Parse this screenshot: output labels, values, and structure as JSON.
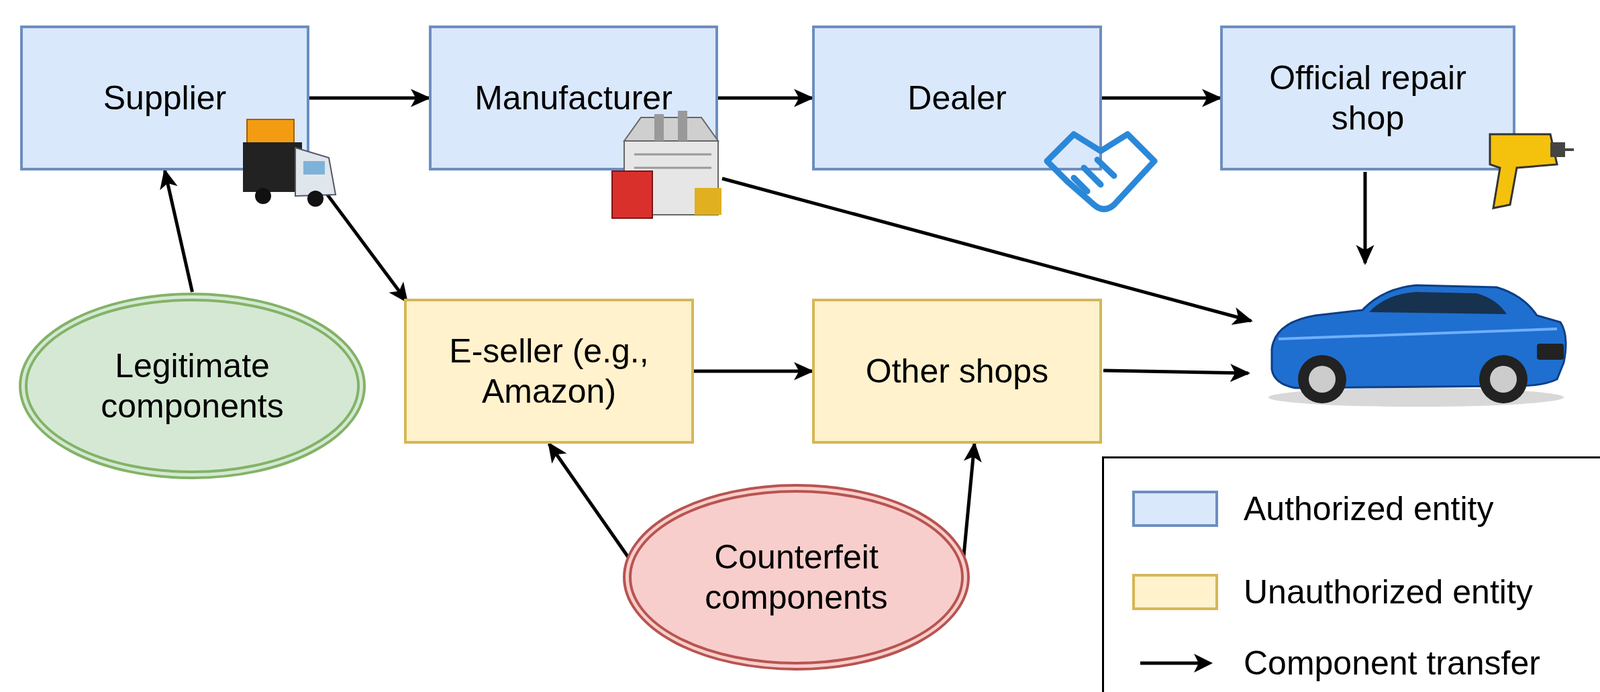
{
  "diagram": {
    "nodes": [
      {
        "text": [
          "Supplier"
        ]
      },
      {
        "text": [
          "Manufacturer"
        ]
      },
      {
        "text": [
          "Dealer"
        ]
      },
      {
        "text": [
          "Official repair shop"
        ]
      },
      {
        "text": [
          "Legitimate components"
        ]
      },
      {
        "text": [
          "E-seller (e.g., Amazon)"
        ]
      },
      {
        "text": [
          "Other shops"
        ]
      },
      {
        "text": [
          "Counterfeit components"
        ]
      }
    ],
    "edges": [
      {
        "from": 0,
        "to": 1,
        "arrow": "to"
      },
      {
        "from": 1,
        "to": 2,
        "arrow": "to"
      },
      {
        "from": 2,
        "to": 3,
        "arrow": "to"
      },
      {
        "from": 4,
        "to": 0,
        "arrow": "to"
      },
      {
        "from": 0,
        "to": 5,
        "arrow": "to"
      },
      {
        "from": 5,
        "to": 6,
        "arrow": "to"
      },
      {
        "from": 7,
        "to": 5,
        "arrow": "to"
      },
      {
        "from": 7,
        "to": 6,
        "arrow": "to"
      }
    ],
    "legend": [
      {
        "text": "Authorized entity",
        "color": "#dae8fc"
      },
      {
        "text": "Unauthorized entity",
        "color": "#fff2cc"
      },
      {
        "text": "Component transfer"
      }
    ]
  }
}
